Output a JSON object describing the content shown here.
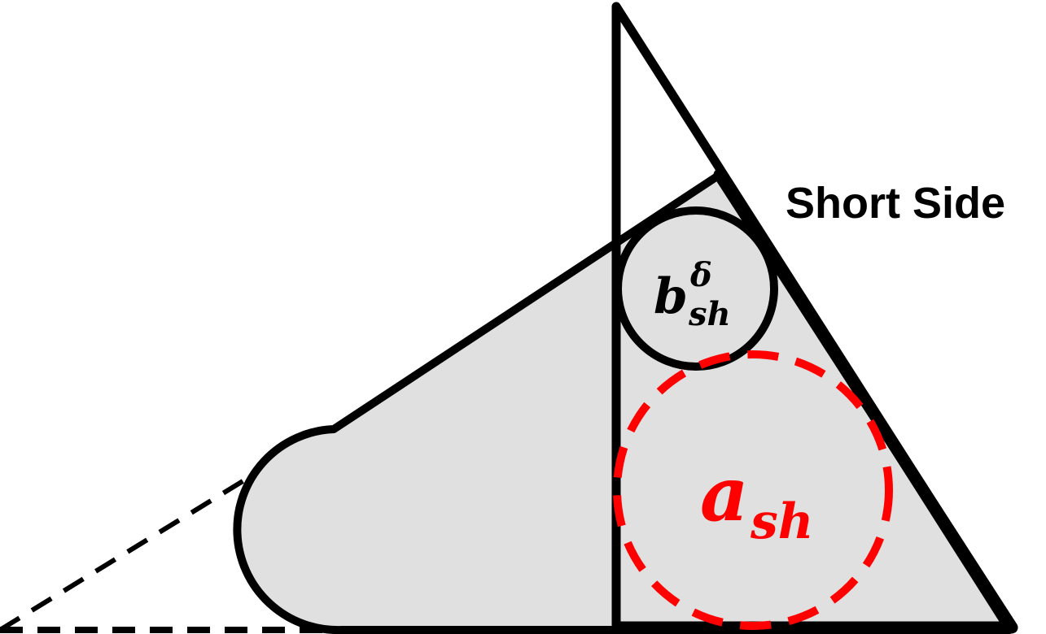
{
  "labels": {
    "short_side": "Short Side",
    "b_base": "b",
    "b_superscript": "δ",
    "b_subscript": "sh",
    "a_base": "a",
    "a_subscript": "sh"
  },
  "colors": {
    "stroke": "#000000",
    "fill": "#e0e0e0",
    "accent": "#ff0000",
    "background": "#ffffff"
  }
}
